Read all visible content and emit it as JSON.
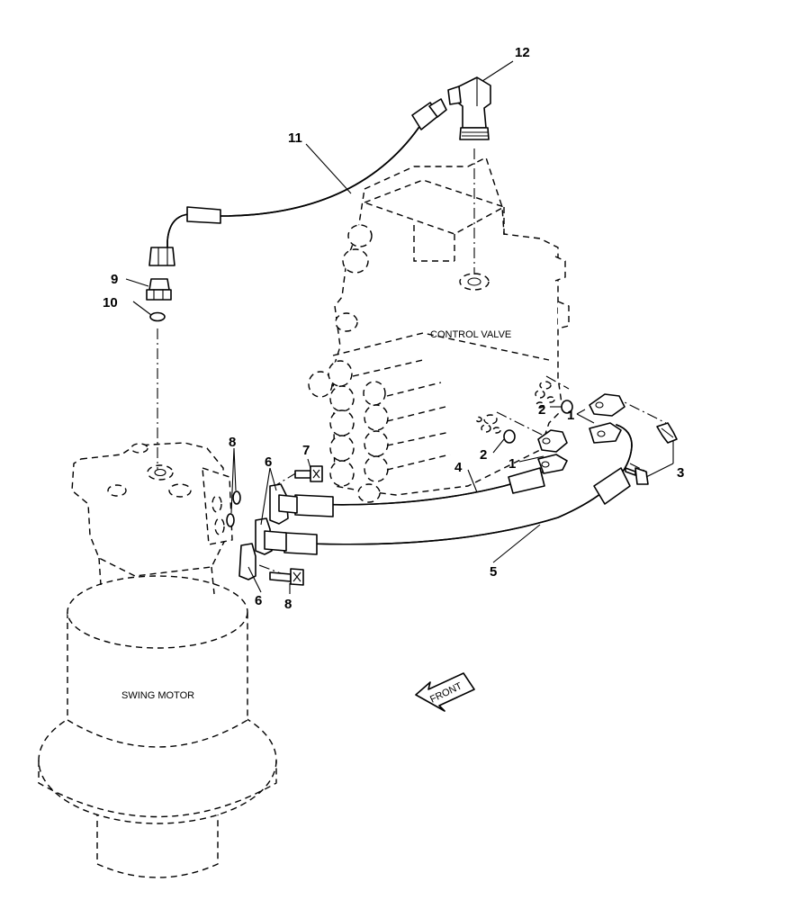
{
  "labels": {
    "control_valve": "CONTROL VALVE",
    "swing_motor": "SWING MOTOR",
    "front": "FRONT"
  },
  "callouts": [
    {
      "id": "c1a",
      "text": "1"
    },
    {
      "id": "c1b",
      "text": "1"
    },
    {
      "id": "c2a",
      "text": "2"
    },
    {
      "id": "c2b",
      "text": "2"
    },
    {
      "id": "c3",
      "text": "3"
    },
    {
      "id": "c4",
      "text": "4"
    },
    {
      "id": "c5",
      "text": "5"
    },
    {
      "id": "c6a",
      "text": "6"
    },
    {
      "id": "c6b",
      "text": "6"
    },
    {
      "id": "c7",
      "text": "7"
    },
    {
      "id": "c8a",
      "text": "8"
    },
    {
      "id": "c8b",
      "text": "8"
    },
    {
      "id": "c9",
      "text": "9"
    },
    {
      "id": "c10",
      "text": "10"
    },
    {
      "id": "c11",
      "text": "11"
    },
    {
      "id": "c12",
      "text": "12"
    }
  ]
}
